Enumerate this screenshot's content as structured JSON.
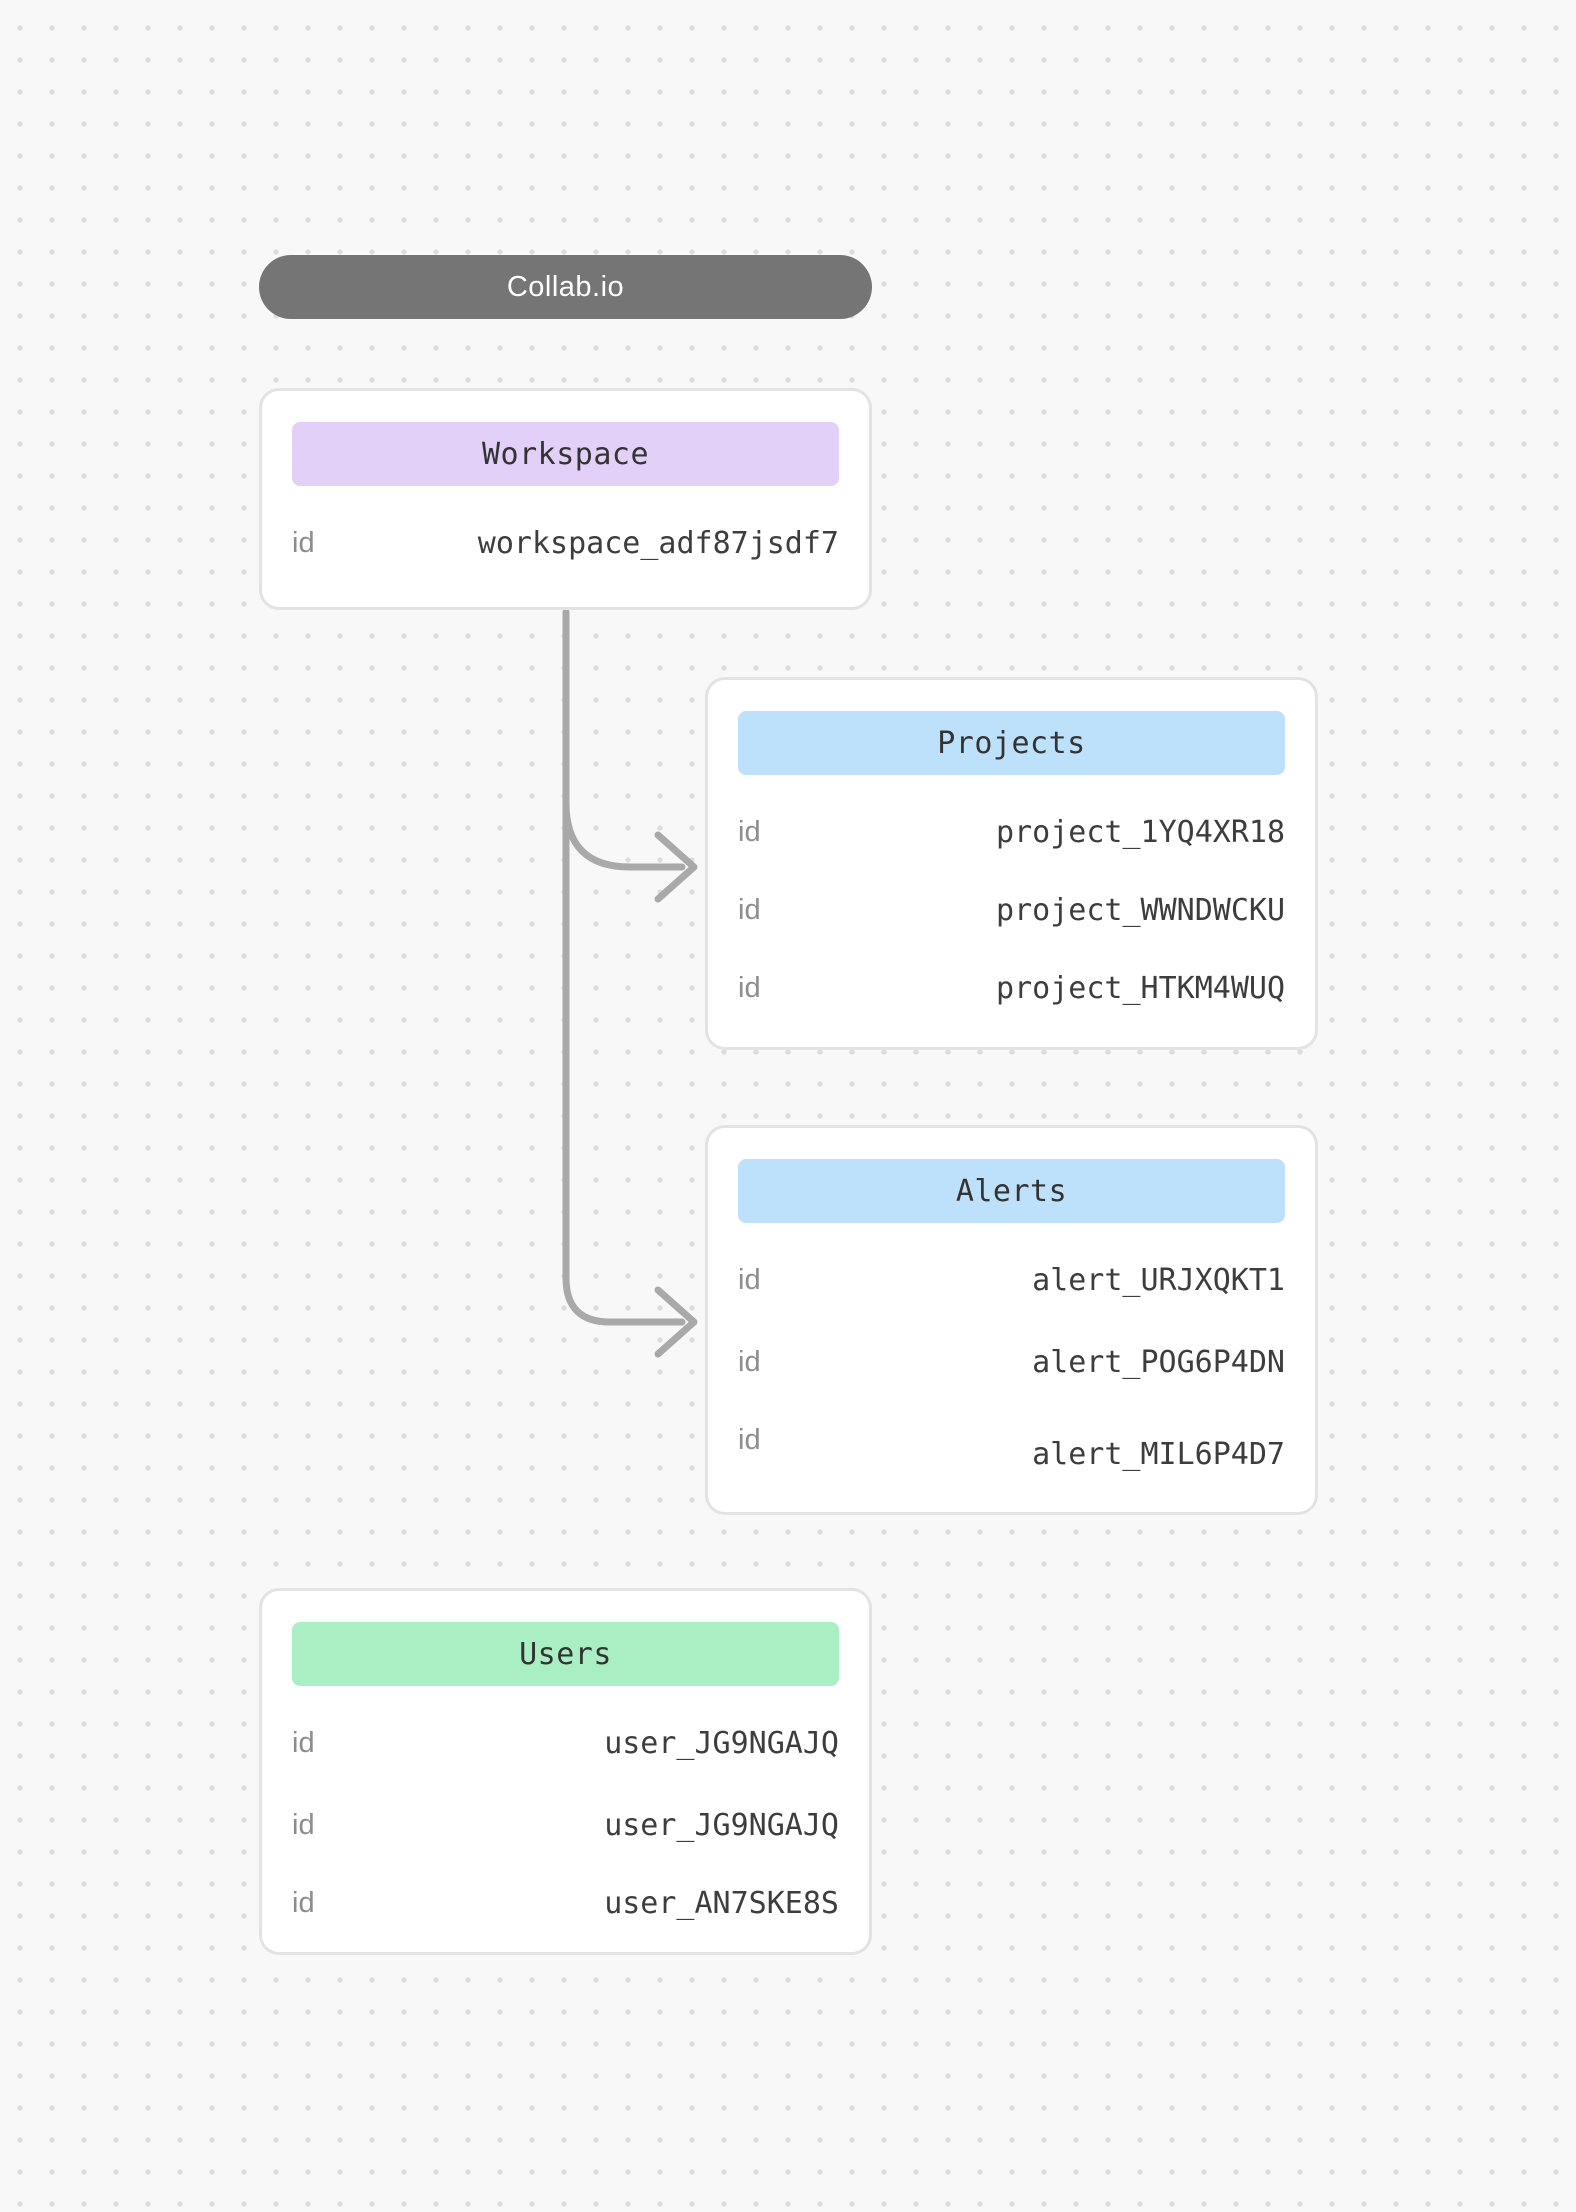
{
  "canvas": {
    "title_pill": {
      "label": "Collab.io",
      "bg": "#757575"
    }
  },
  "colors": {
    "connector": "#a9a9a9",
    "workspace_header": "#e2d0f8",
    "projects_header": "#bee1fb",
    "alerts_header": "#bee1fb",
    "users_header": "#aaefc3"
  },
  "cards": [
    {
      "key": "workspace",
      "title": "Workspace",
      "header_color": "#e2d0f8",
      "rows": [
        {
          "label": "id",
          "value": "workspace_adf87jsdf7"
        }
      ]
    },
    {
      "key": "projects",
      "title": "Projects",
      "header_color": "#bee1fb",
      "rows": [
        {
          "label": "id",
          "value": "project_1YQ4XR18"
        },
        {
          "label": "id",
          "value": "project_WWNDWCKU"
        },
        {
          "label": "id",
          "value": "project_HTKM4WUQ"
        }
      ]
    },
    {
      "key": "alerts",
      "title": "Alerts",
      "header_color": "#bee1fb",
      "rows": [
        {
          "label": "id",
          "value": "alert_URJXQKT1"
        },
        {
          "label": "id",
          "value": "alert_POG6P4DN"
        },
        {
          "label": "id",
          "value": "alert_MIL6P4D7"
        }
      ]
    },
    {
      "key": "users",
      "title": "Users",
      "header_color": "#aaefc3",
      "rows": [
        {
          "label": "id",
          "value": "user_JG9NGAJQ"
        },
        {
          "label": "id",
          "value": "user_JG9NGAJQ"
        },
        {
          "label": "id",
          "value": "user_AN7SKE8S"
        }
      ]
    }
  ],
  "connections": [
    {
      "from": "Workspace",
      "to": "Projects"
    },
    {
      "from": "Workspace",
      "to": "Alerts"
    }
  ]
}
